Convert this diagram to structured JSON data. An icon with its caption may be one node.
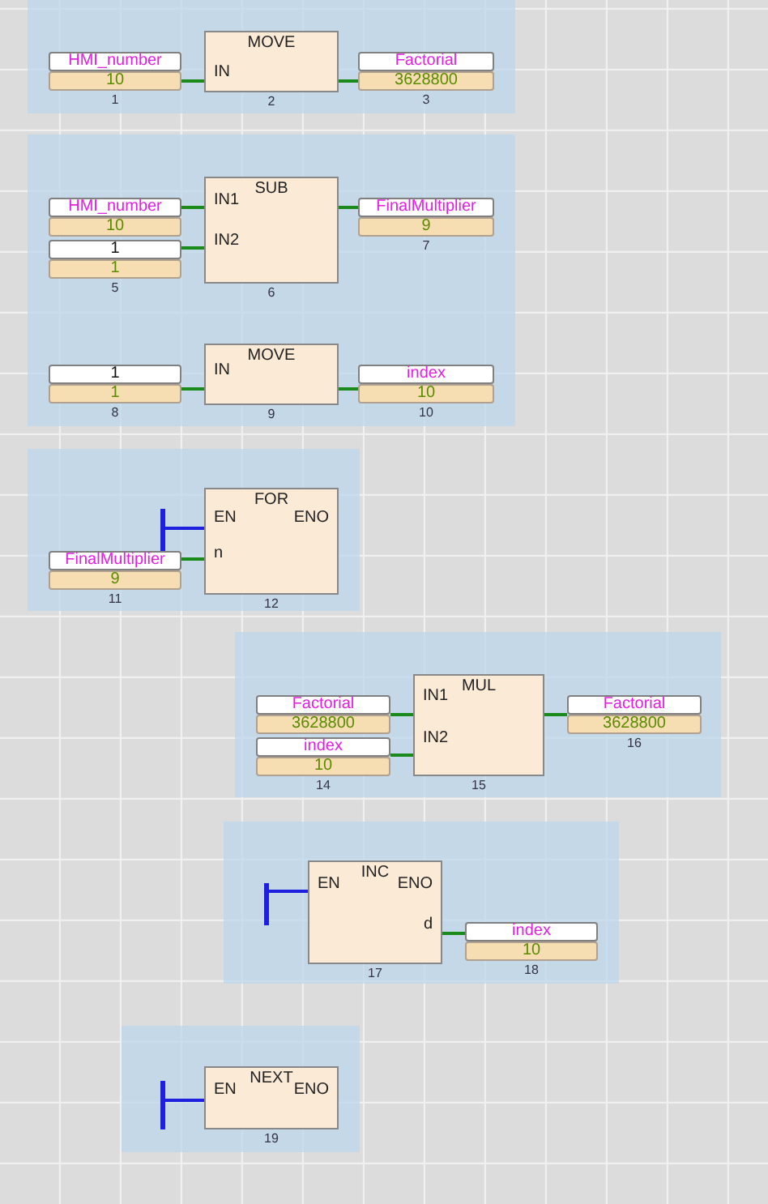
{
  "diagram": {
    "nodes": [
      {
        "text": [
          "HMI_number",
          "10"
        ],
        "beside": [
          "1"
        ]
      },
      {
        "text": [
          "MOVE",
          "IN"
        ],
        "beside": [
          "2"
        ]
      },
      {
        "text": [
          "Factorial",
          "3628800"
        ],
        "beside": [
          "3"
        ]
      },
      {
        "text": [
          "HMI_number",
          "10"
        ]
      },
      {
        "text": [
          "SUB",
          "IN1",
          "IN2"
        ],
        "beside": [
          "6"
        ]
      },
      {
        "text": [
          "FinalMultiplier",
          "9"
        ],
        "beside": [
          "7"
        ]
      },
      {
        "text": [
          "1",
          "1"
        ],
        "beside": [
          "5"
        ]
      },
      {
        "text": [
          "1",
          "1"
        ],
        "beside": [
          "8"
        ]
      },
      {
        "text": [
          "MOVE",
          "IN"
        ],
        "beside": [
          "9"
        ]
      },
      {
        "text": [
          "index",
          "10"
        ],
        "beside": [
          "10"
        ]
      },
      {
        "text": [],
        "shape": "bar"
      },
      {
        "text": [
          "FOR",
          "EN",
          "ENO",
          "n"
        ],
        "beside": [
          "12"
        ]
      },
      {
        "text": [
          "FinalMultiplier",
          "9"
        ],
        "beside": [
          "11"
        ]
      },
      {
        "text": [
          "Factorial",
          "3628800"
        ]
      },
      {
        "text": [
          "MUL",
          "IN1",
          "IN2"
        ],
        "beside": [
          "15"
        ]
      },
      {
        "text": [
          "Factorial",
          "3628800"
        ],
        "beside": [
          "16"
        ]
      },
      {
        "text": [
          "index",
          "10"
        ],
        "beside": [
          "14"
        ]
      },
      {
        "text": [],
        "shape": "bar"
      },
      {
        "text": [
          "INC",
          "EN",
          "ENO",
          "d"
        ],
        "beside": [
          "17"
        ]
      },
      {
        "text": [
          "index",
          "10"
        ],
        "beside": [
          "18"
        ]
      },
      {
        "text": [],
        "shape": "bar"
      },
      {
        "text": [
          "NEXT",
          "EN",
          "ENO"
        ],
        "beside": [
          "19"
        ]
      }
    ],
    "edges": [
      {
        "from": 0,
        "to": 1,
        "arrow": "none"
      },
      {
        "from": 1,
        "to": 2,
        "arrow": "none"
      },
      {
        "from": 3,
        "to": 4,
        "arrow": "none"
      },
      {
        "from": 6,
        "to": 4,
        "arrow": "none"
      },
      {
        "from": 4,
        "to": 5,
        "arrow": "none"
      },
      {
        "from": 7,
        "to": 8,
        "arrow": "none"
      },
      {
        "from": 8,
        "to": 9,
        "arrow": "none"
      },
      {
        "from": 10,
        "to": 11,
        "arrow": "none",
        "color": "#1f1fe0"
      },
      {
        "from": 12,
        "to": 11,
        "arrow": "none"
      },
      {
        "from": 13,
        "to": 14,
        "arrow": "none"
      },
      {
        "from": 16,
        "to": 14,
        "arrow": "none"
      },
      {
        "from": 14,
        "to": 15,
        "arrow": "none"
      },
      {
        "from": 17,
        "to": 18,
        "arrow": "none",
        "color": "#1f1fe0"
      },
      {
        "from": 18,
        "to": 19,
        "arrow": "none"
      },
      {
        "from": 20,
        "to": 21,
        "arrow": "none",
        "color": "#1f1fe0"
      }
    ]
  }
}
